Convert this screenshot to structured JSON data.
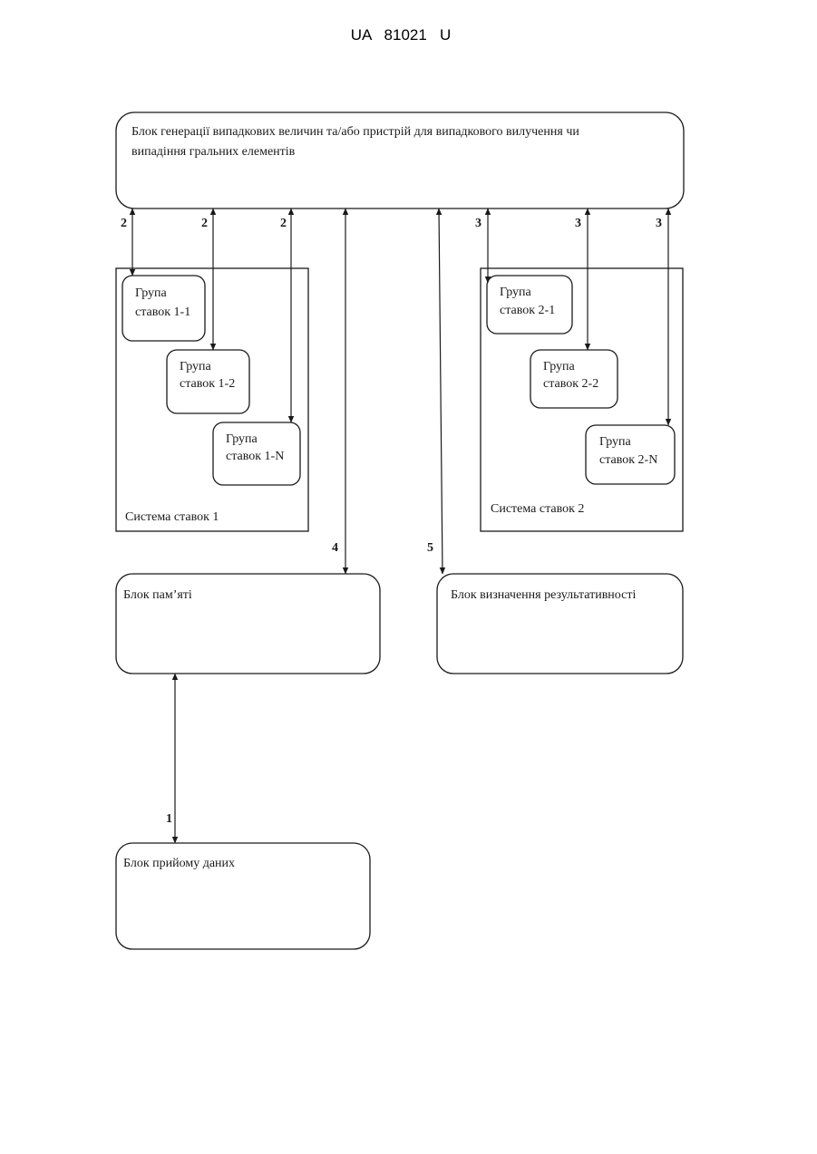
{
  "header": {
    "patent_number": "UA   81021   U"
  },
  "blocks": {
    "generator": [
      "Блок генерації випадкових величин та/або пристрій для випадкового вилучення чи",
      "випадіння гральних елементів"
    ],
    "memory": "Блок пам’яті",
    "result": "Блок визначення результативності",
    "data_input": "Блок прийому даних"
  },
  "systems": {
    "system1": {
      "label": "Система ставок 1",
      "groups": [
        [
          "Група",
          "ставок 1-1"
        ],
        [
          "Група",
          "ставок 1-2"
        ],
        [
          "Група",
          "ставок 1-N"
        ]
      ]
    },
    "system2": {
      "label": "Система ставок 2",
      "groups": [
        [
          "Група",
          "ставок 2-1"
        ],
        [
          "Група",
          "ставок 2-2"
        ],
        [
          "Група",
          "ставок 2-N"
        ]
      ]
    }
  },
  "connector_labels": {
    "sys1": [
      "2",
      "2",
      "2"
    ],
    "sys2": [
      "3",
      "3",
      "3"
    ],
    "memory": "4",
    "result": "5",
    "data_input": "1"
  }
}
